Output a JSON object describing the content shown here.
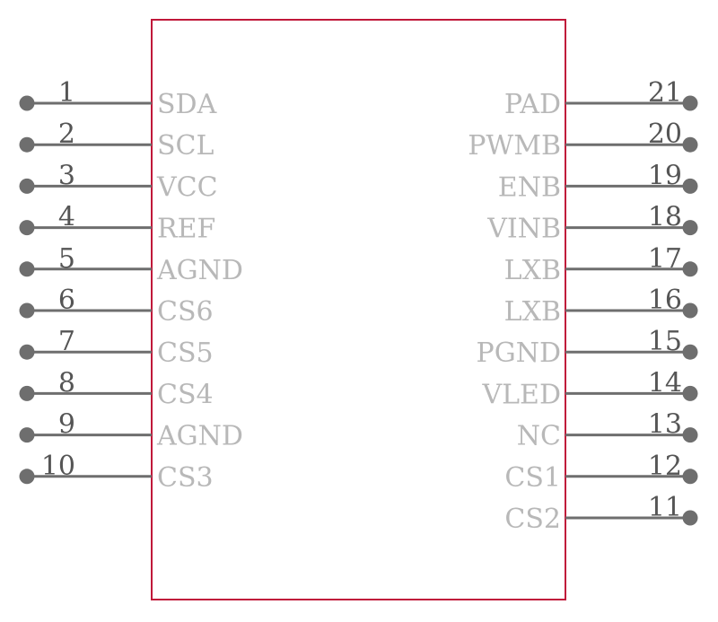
{
  "component": {
    "left_pins": [
      {
        "number": "1",
        "name": "SDA"
      },
      {
        "number": "2",
        "name": "SCL"
      },
      {
        "number": "3",
        "name": "VCC"
      },
      {
        "number": "4",
        "name": "REF"
      },
      {
        "number": "5",
        "name": "AGND"
      },
      {
        "number": "6",
        "name": "CS6"
      },
      {
        "number": "7",
        "name": "CS5"
      },
      {
        "number": "8",
        "name": "CS4"
      },
      {
        "number": "9",
        "name": "AGND"
      },
      {
        "number": "10",
        "name": "CS3"
      }
    ],
    "right_pins": [
      {
        "number": "21",
        "name": "PAD"
      },
      {
        "number": "20",
        "name": "PWMB"
      },
      {
        "number": "19",
        "name": "ENB"
      },
      {
        "number": "18",
        "name": "VINB"
      },
      {
        "number": "17",
        "name": "LXB"
      },
      {
        "number": "16",
        "name": "LXB"
      },
      {
        "number": "15",
        "name": "PGND"
      },
      {
        "number": "14",
        "name": "VLED"
      },
      {
        "number": "13",
        "name": "NC"
      },
      {
        "number": "12",
        "name": "CS1"
      },
      {
        "number": "11",
        "name": "CS2"
      }
    ]
  },
  "colors": {
    "body_outline": "#c0183a",
    "pin": "#6e6e6e",
    "pin_name": "#b8b8b8"
  }
}
